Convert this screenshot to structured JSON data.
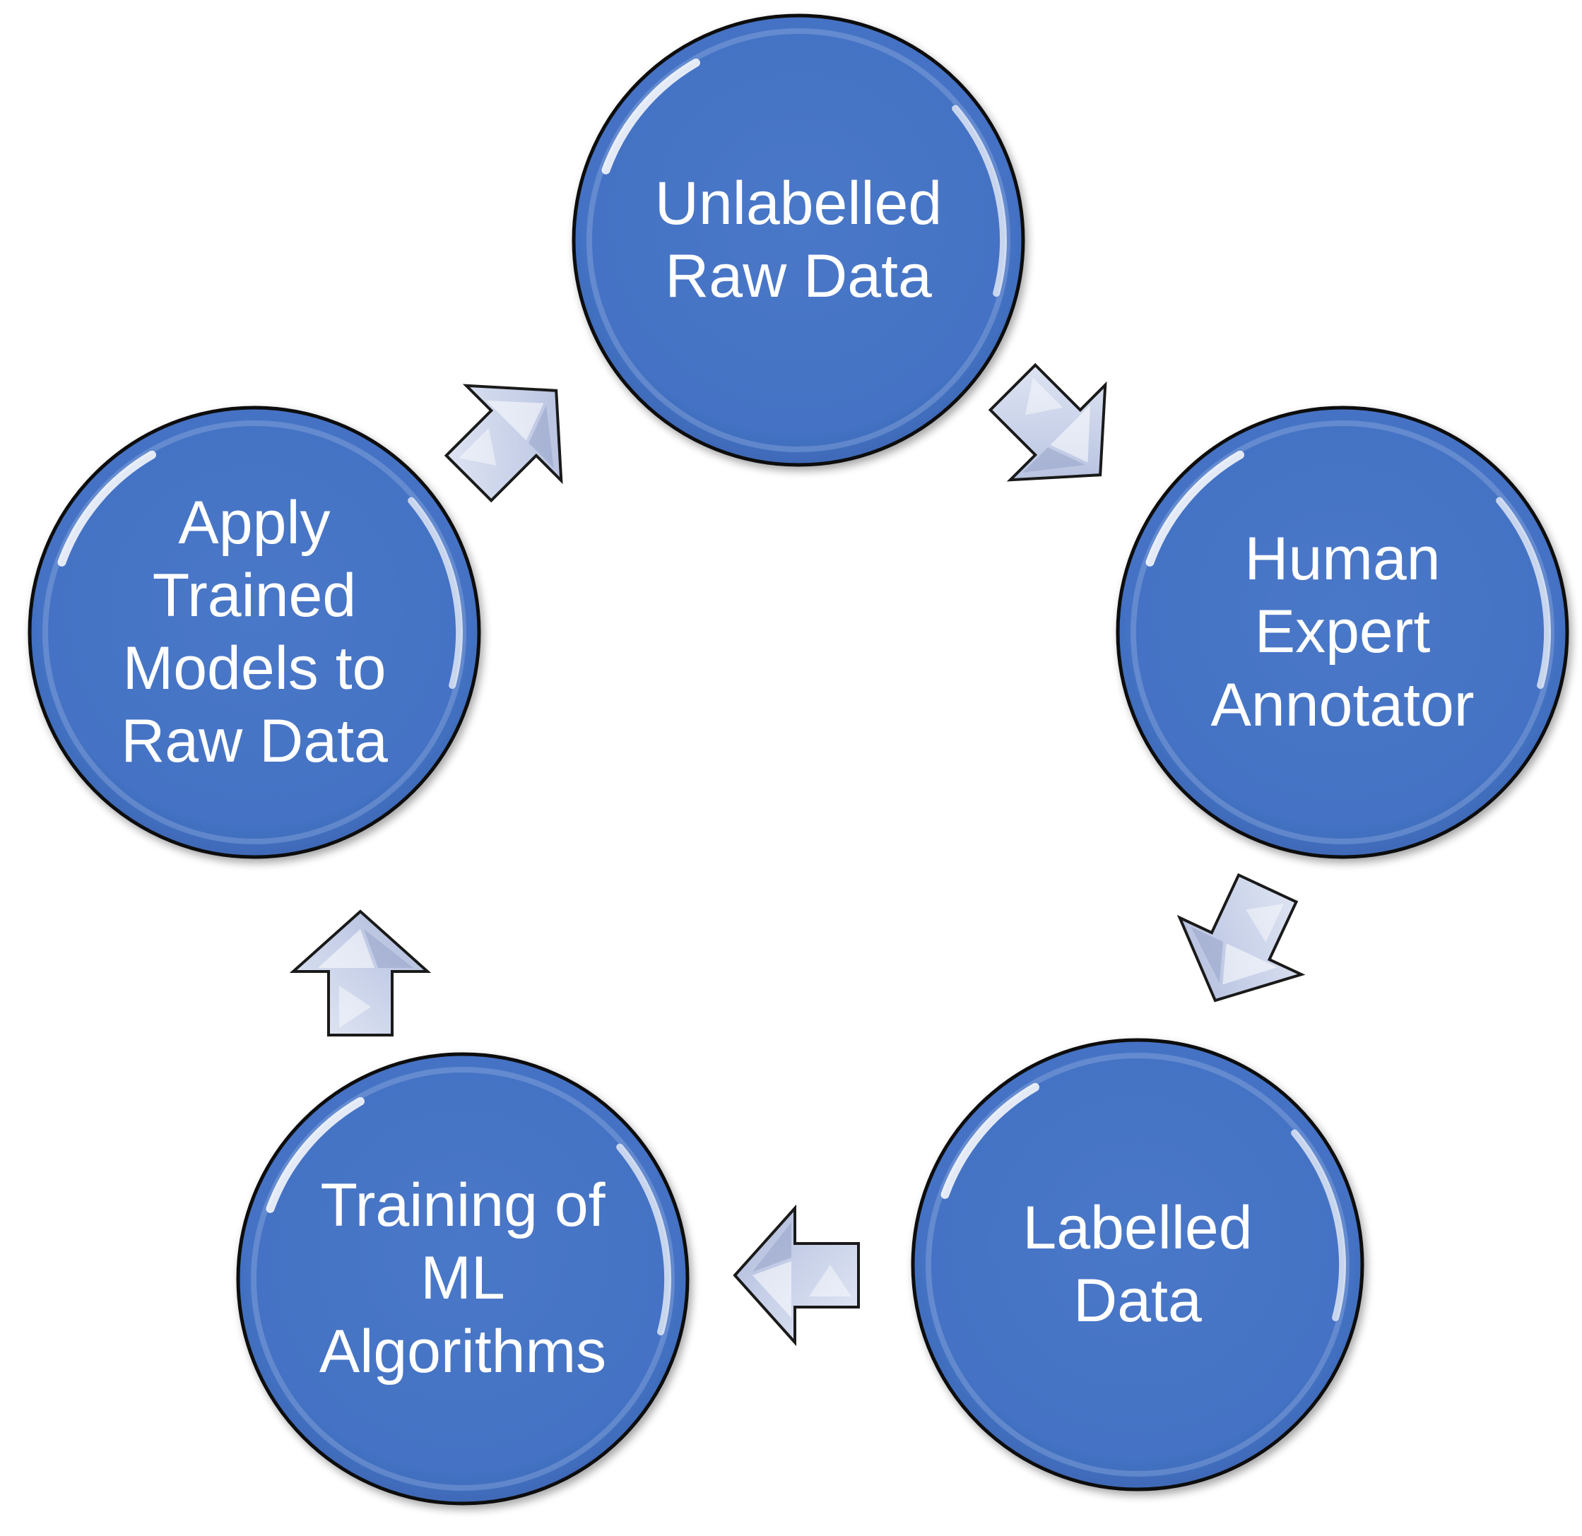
{
  "colors": {
    "node_fill": "#4472c4",
    "node_stroke": "#111111",
    "arrow_fill": "#c9d2e8",
    "arrow_stroke": "#1a1a1a",
    "label_text": "#ffffff",
    "background": "#ffffff"
  },
  "nodes": [
    {
      "id": "unlabelled-raw-data",
      "lines": [
        "Unlabelled",
        "Raw Data"
      ]
    },
    {
      "id": "human-expert-annotator",
      "lines": [
        "Human",
        "Expert",
        "Annotator"
      ]
    },
    {
      "id": "labelled-data",
      "lines": [
        "Labelled",
        "Data"
      ]
    },
    {
      "id": "training-of-ml-algorithms",
      "lines": [
        "Training of",
        "ML",
        "Algorithms"
      ]
    },
    {
      "id": "apply-trained-models",
      "lines": [
        "Apply",
        "Trained",
        "Models to",
        "Raw Data"
      ]
    }
  ],
  "arrows": [
    {
      "id": "arrow-unlabelled-to-annotator",
      "from": "unlabelled-raw-data",
      "to": "human-expert-annotator",
      "icon": "arrow-down-right-icon"
    },
    {
      "id": "arrow-annotator-to-labelled",
      "from": "human-expert-annotator",
      "to": "labelled-data",
      "icon": "arrow-down-left-icon"
    },
    {
      "id": "arrow-labelled-to-training",
      "from": "labelled-data",
      "to": "training-of-ml-algorithms",
      "icon": "arrow-left-icon"
    },
    {
      "id": "arrow-training-to-apply",
      "from": "training-of-ml-algorithms",
      "to": "apply-trained-models",
      "icon": "arrow-up-icon"
    },
    {
      "id": "arrow-apply-to-unlabelled",
      "from": "apply-trained-models",
      "to": "unlabelled-raw-data",
      "icon": "arrow-up-right-icon"
    }
  ]
}
